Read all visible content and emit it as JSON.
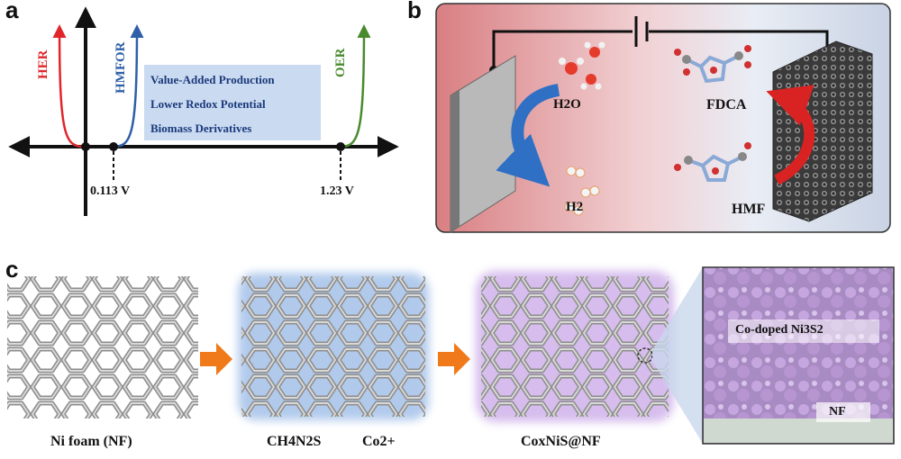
{
  "panel_a": {
    "letter": "a",
    "her": "HER",
    "hmfor": "HMFOR",
    "oer": "OER",
    "benefits": [
      "Value-Added Production",
      "Lower Redox Potential",
      "Biomass Derivatives"
    ],
    "v1": "0.113 V",
    "v2": "1.23 V",
    "colors": {
      "her": "#e0262b",
      "hmfor": "#2f5fa8",
      "oer": "#4a8a2e",
      "box": "#c9daf1"
    }
  },
  "panel_b": {
    "letter": "b",
    "h2o": "H2O",
    "h2": "H2",
    "fdca": "FDCA",
    "hmf": "HMF",
    "colors": {
      "left_bg": "#e7a7a8",
      "right_bg": "#dfe6f1",
      "arrow_blue": "#2f6fc4",
      "arrow_red": "#d92323"
    }
  },
  "panel_c": {
    "letter": "c",
    "ni_foam": "Ni foam (NF)",
    "ch4n2s": "CH4N2S",
    "co2": "Co2+",
    "product": "CoxNiS@NF",
    "codoped": "Co-doped Ni3S2",
    "nf": "NF",
    "colors": {
      "arrow": "#f07a1a",
      "glow_blue": "#7ea7e0",
      "glow_purple": "#c6a2e6",
      "sem": "#b99ad2"
    }
  }
}
